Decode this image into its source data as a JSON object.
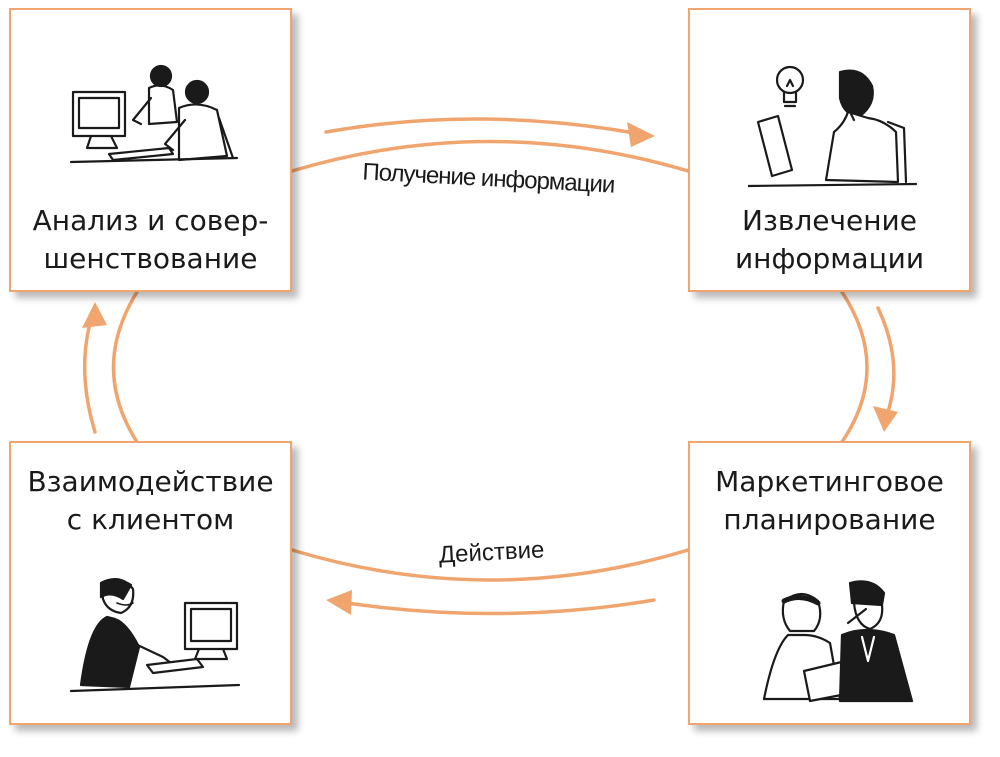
{
  "colors": {
    "accent": "#f0a46e",
    "ink": "#1a1a1a"
  },
  "nodes": {
    "analysis": {
      "line1": "Анализ и совер-",
      "line2": "шенствование",
      "icon": "two-people-at-computer-icon"
    },
    "extraction": {
      "line1": "Извлечение",
      "line2": "информации",
      "icon": "thinking-woman-lightbulb-icon"
    },
    "planning": {
      "line1": "Маркетинговое",
      "line2": "планирование",
      "icon": "two-people-reviewing-document-icon"
    },
    "interaction": {
      "line1": "Взаимодействие",
      "line2": "с клиентом",
      "icon": "woman-with-headset-at-computer-icon"
    }
  },
  "edges": {
    "top": {
      "label": "Получение информации"
    },
    "bottom": {
      "label": "Действие"
    }
  }
}
